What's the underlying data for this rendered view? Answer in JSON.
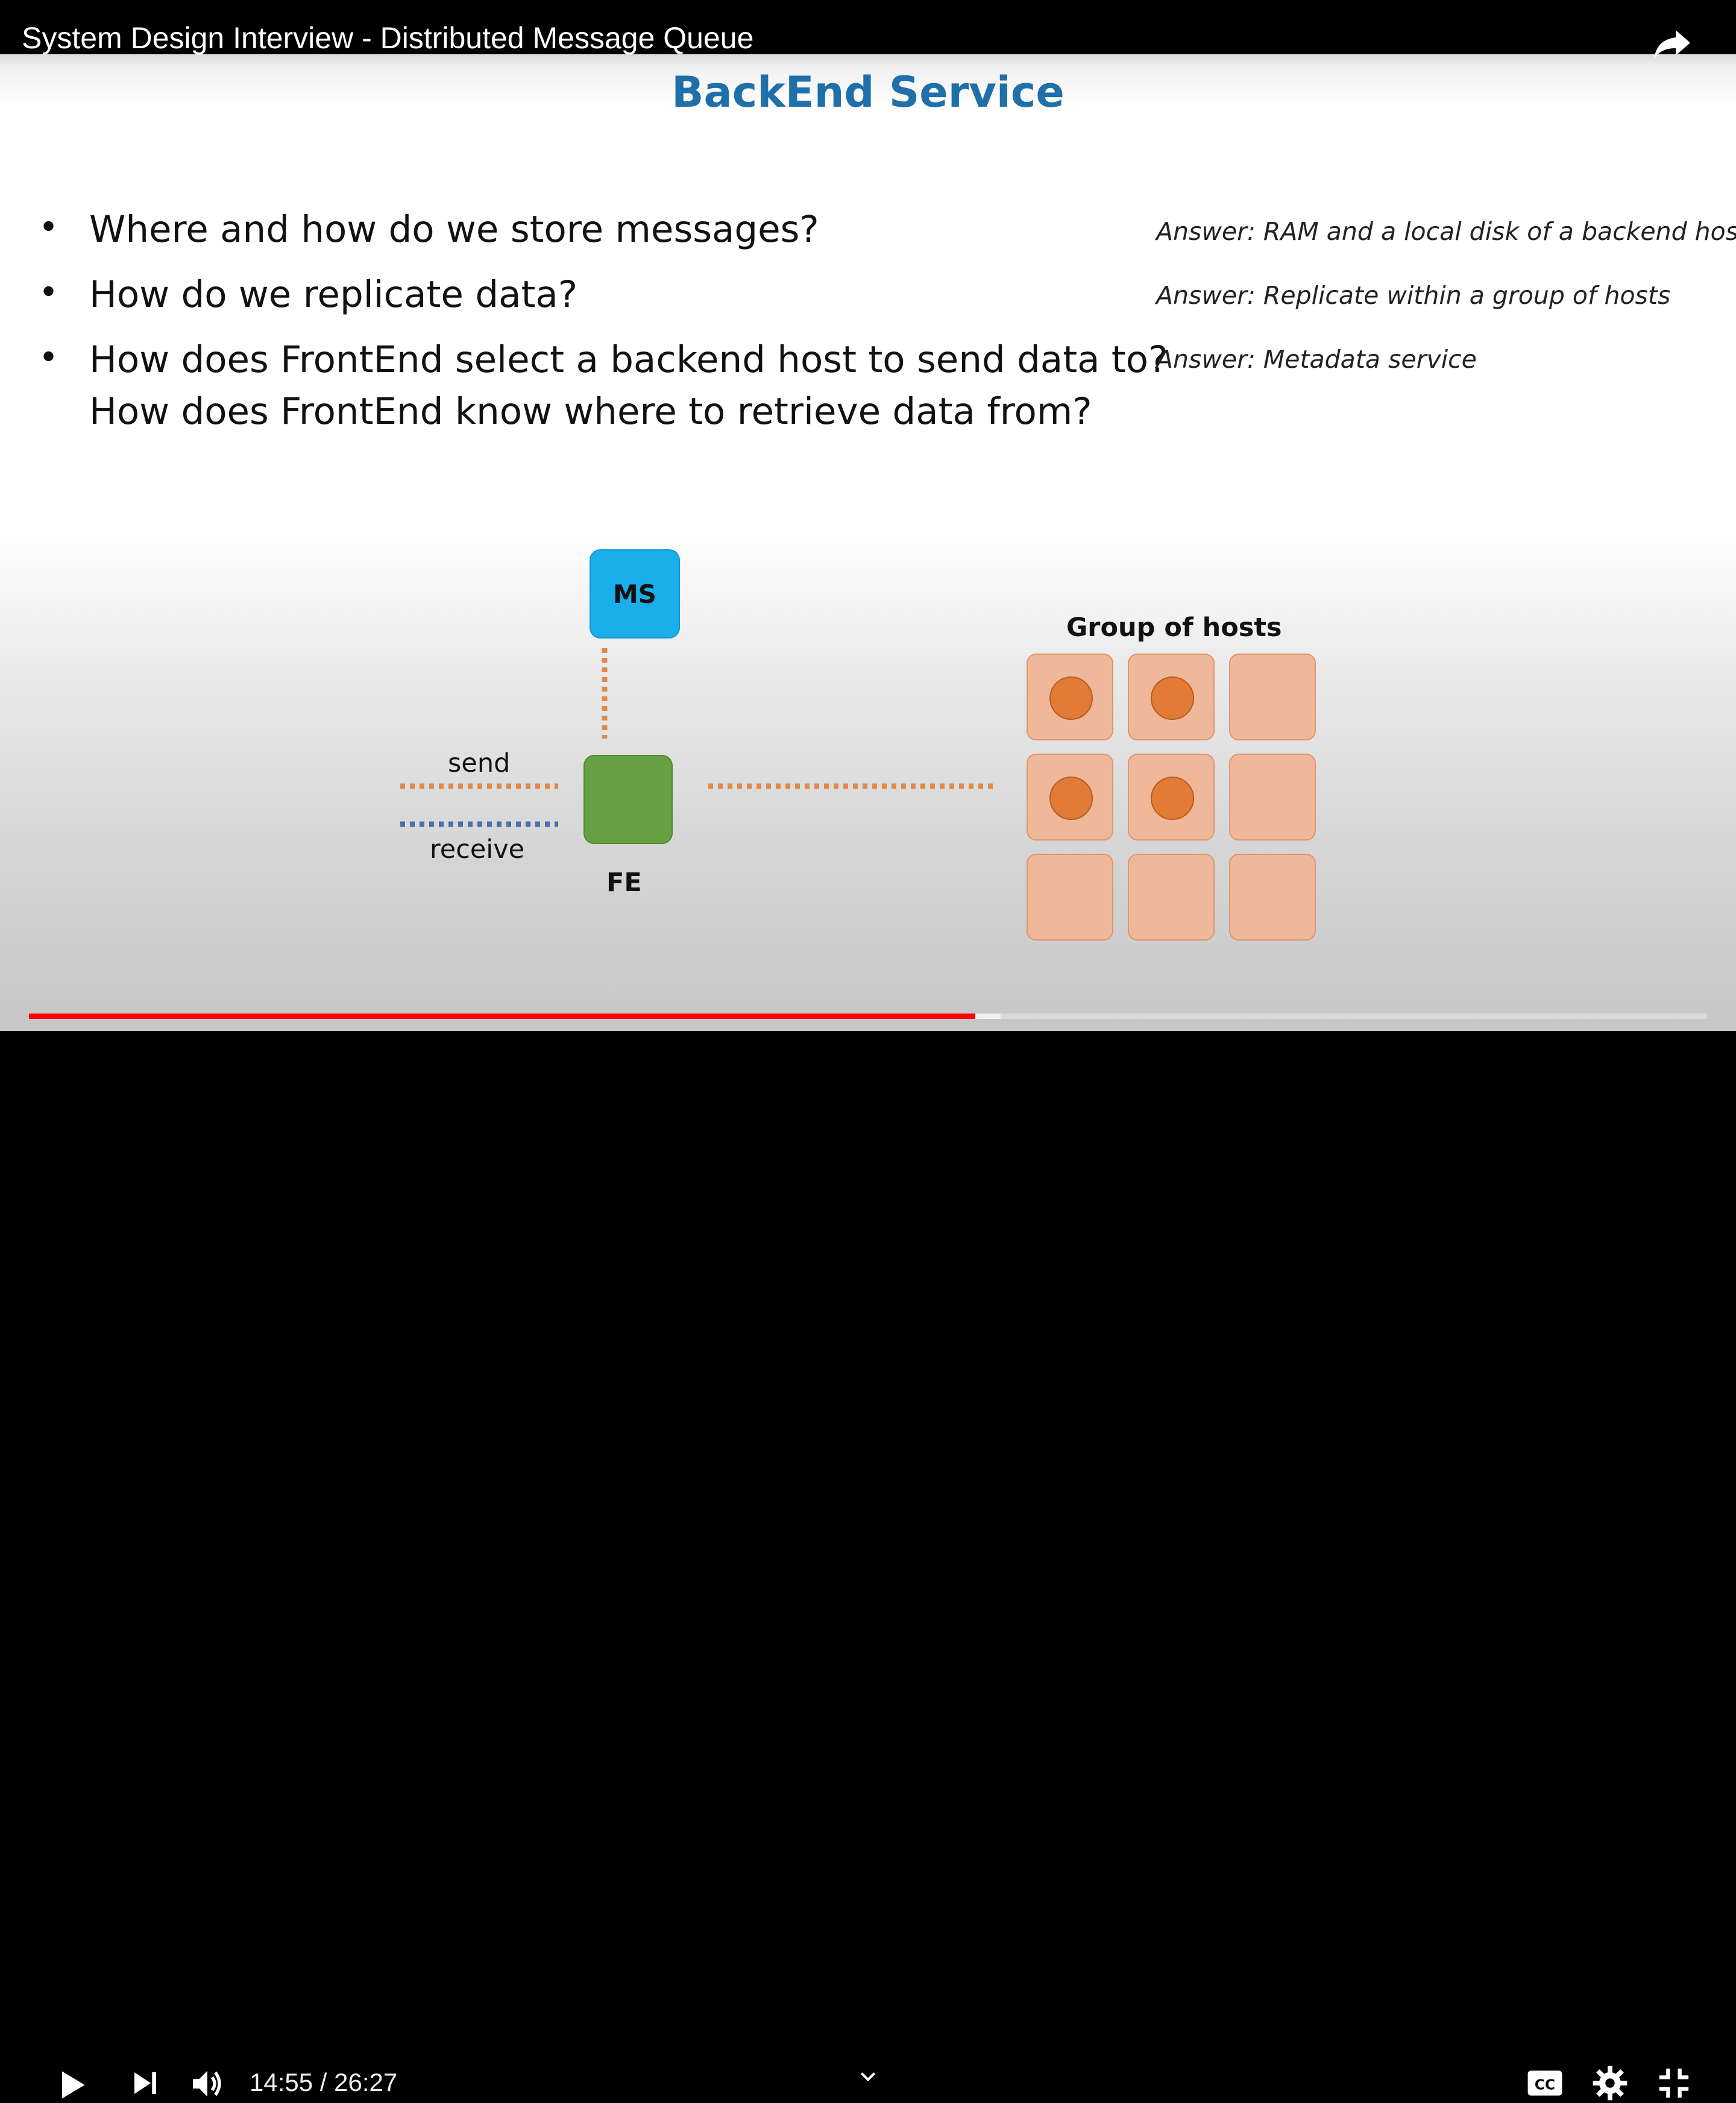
{
  "video": {
    "title": "System Design Interview - Distributed Message Queue",
    "current_time": "14:55",
    "duration": "26:27",
    "time_display": "14:55 / 26:27",
    "progress_fraction": 0.564
  },
  "slide": {
    "title": "BackEnd Service",
    "bullets": [
      {
        "text": "Where and how do we store messages?",
        "answer": "Answer: RAM and a local disk of a backend host"
      },
      {
        "text": "How do we replicate data?",
        "answer": "Answer: Replicate within a group of hosts"
      },
      {
        "text": "How does FrontEnd select a backend host to send data to?",
        "text2": "How does FrontEnd know where to retrieve data from?",
        "answer": "Answer: Metadata service"
      }
    ],
    "bullet_symbol": "•"
  },
  "diagram": {
    "ms_label": "MS",
    "fe_label": "FE",
    "send_label": "send",
    "receive_label": "receive",
    "group_label": "Group of hosts",
    "hosts_with_data": [
      true,
      true,
      false,
      true,
      true,
      false,
      false,
      false,
      false
    ],
    "colors": {
      "ms": "#1aaeea",
      "fe": "#66a043",
      "host": "#f0b89a",
      "host_dot": "#e17b35",
      "send_line": "#e08a4a",
      "receive_line": "#4a6fa8",
      "title": "#1f6fa8"
    }
  },
  "controls": {
    "play_icon": "play-icon",
    "next_icon": "skip-next-icon",
    "volume_icon": "volume-icon",
    "chevron_icon": "chevron-down-icon",
    "cc_icon": "closed-captions-icon",
    "settings_icon": "gear-icon",
    "fullscreen_icon": "exit-fullscreen-icon",
    "share_icon": "share-icon"
  }
}
